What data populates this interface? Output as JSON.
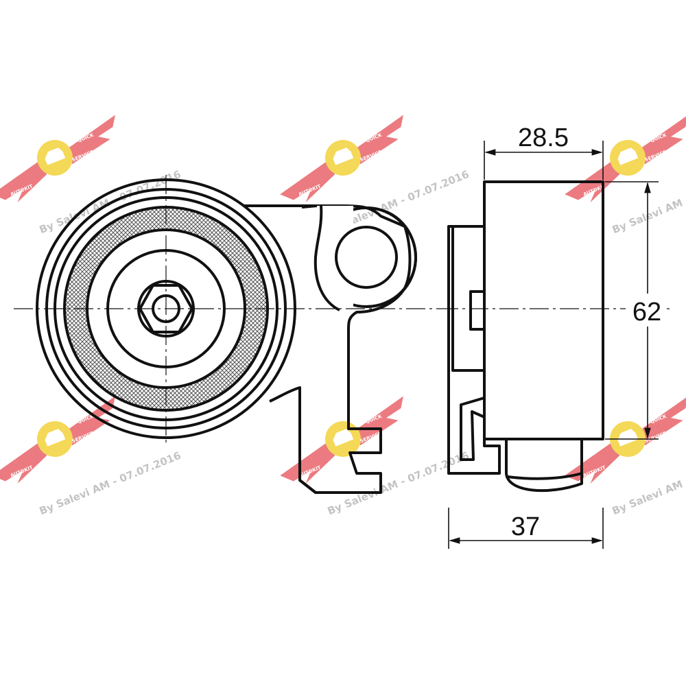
{
  "dimensions": {
    "width_top": "28.5",
    "height_right": "62",
    "width_bottom": "37"
  },
  "watermark": {
    "text": "By Salevi AM - 07.07.2016",
    "brand_left": "AUTOKIT",
    "brand_right": "QUICK",
    "brand_bottom": "SERVICE",
    "wing_color": "#e8656b",
    "badge_color": "#f3d23a"
  }
}
